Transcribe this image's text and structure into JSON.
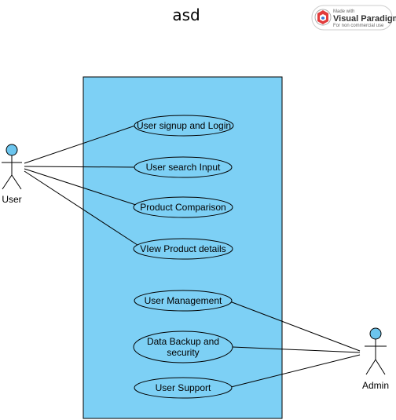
{
  "title": "asd",
  "colors": {
    "system_fill": "#7dd0f5",
    "usecase_fill": "#7dd0f5",
    "actor_head_fill": "#6cc5ee",
    "stroke": "#000000"
  },
  "watermark": {
    "made_with": "Made with",
    "brand": "Visual Paradigm",
    "note": "For non commercial use"
  },
  "actors": {
    "user": "User",
    "admin": "Admin"
  },
  "use_cases": {
    "signup_login": "User signup and Login",
    "search_input": "User search Input",
    "product_comparison": "Product Comparison",
    "view_product_details": "VIew Product details",
    "user_management": "User Management",
    "data_backup_line1": "Data Backup and",
    "data_backup_line2": "security",
    "user_support": "User Support"
  }
}
